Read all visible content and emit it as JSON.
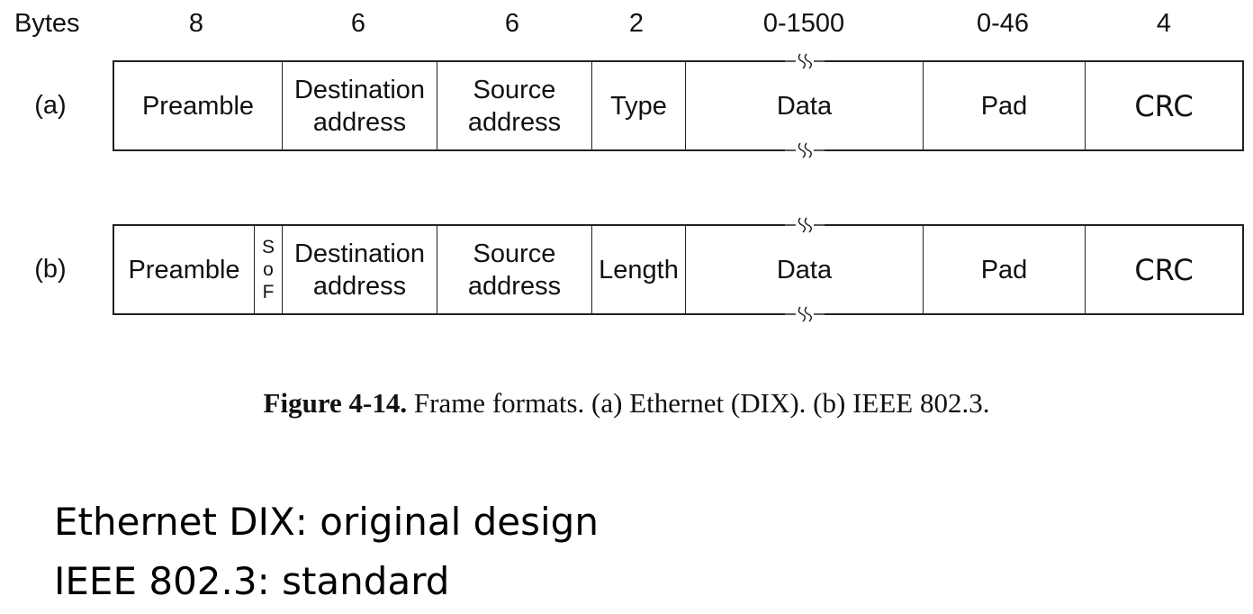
{
  "header": {
    "bytes_label": "Bytes",
    "sizes": [
      "8",
      "6",
      "6",
      "2",
      "0-1500",
      "0-46",
      "4"
    ]
  },
  "frame_a": {
    "label": "(a)",
    "fields": {
      "preamble": "Preamble",
      "destination": [
        "Destination",
        "address"
      ],
      "source": [
        "Source",
        "address"
      ],
      "type": "Type",
      "data": "Data",
      "pad": "Pad",
      "crc": "CRC"
    }
  },
  "frame_b": {
    "label": "(b)",
    "fields": {
      "preamble": "Preamble",
      "sof": [
        "S",
        "o",
        "F"
      ],
      "destination": [
        "Destination",
        "address"
      ],
      "source": [
        "Source",
        "address"
      ],
      "length": "Length",
      "data": "Data",
      "pad": "Pad",
      "crc": "CRC"
    }
  },
  "caption": {
    "figure": "Figure 4-14.",
    "text": "Frame formats. (a) Ethernet (DIX). (b) IEEE 802.3."
  },
  "notes": [
    "Ethernet DIX: original design",
    "IEEE 802.3: standard"
  ]
}
